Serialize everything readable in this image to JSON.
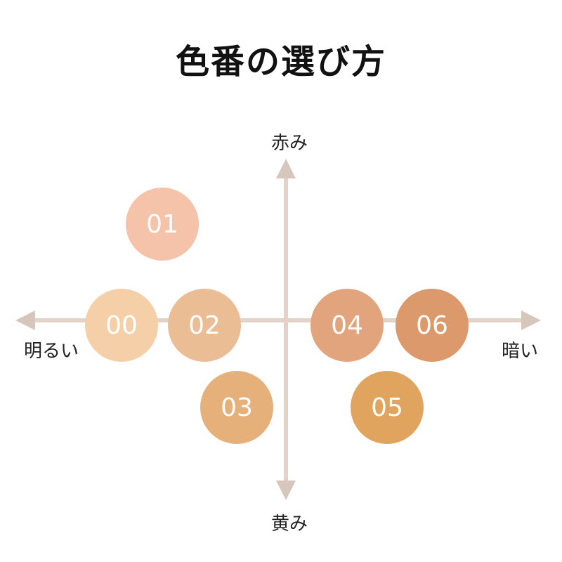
{
  "title": "色番の選び方",
  "axes": {
    "top": "赤み",
    "bottom": "黄み",
    "left": "明るい",
    "right": "暗い"
  },
  "colors": {
    "axis": "#e2d2c8",
    "axis_arrow": "#d6c6bb"
  },
  "shades": [
    {
      "id": "01",
      "label": "01",
      "color": "#f4c3aa"
    },
    {
      "id": "00",
      "label": "00",
      "color": "#f5cfa8"
    },
    {
      "id": "02",
      "label": "02",
      "color": "#ebbd95"
    },
    {
      "id": "04",
      "label": "04",
      "color": "#e1a47d"
    },
    {
      "id": "06",
      "label": "06",
      "color": "#dc9a6c"
    },
    {
      "id": "03",
      "label": "03",
      "color": "#e6b07a"
    },
    {
      "id": "05",
      "label": "05",
      "color": "#e0a45e"
    }
  ]
}
